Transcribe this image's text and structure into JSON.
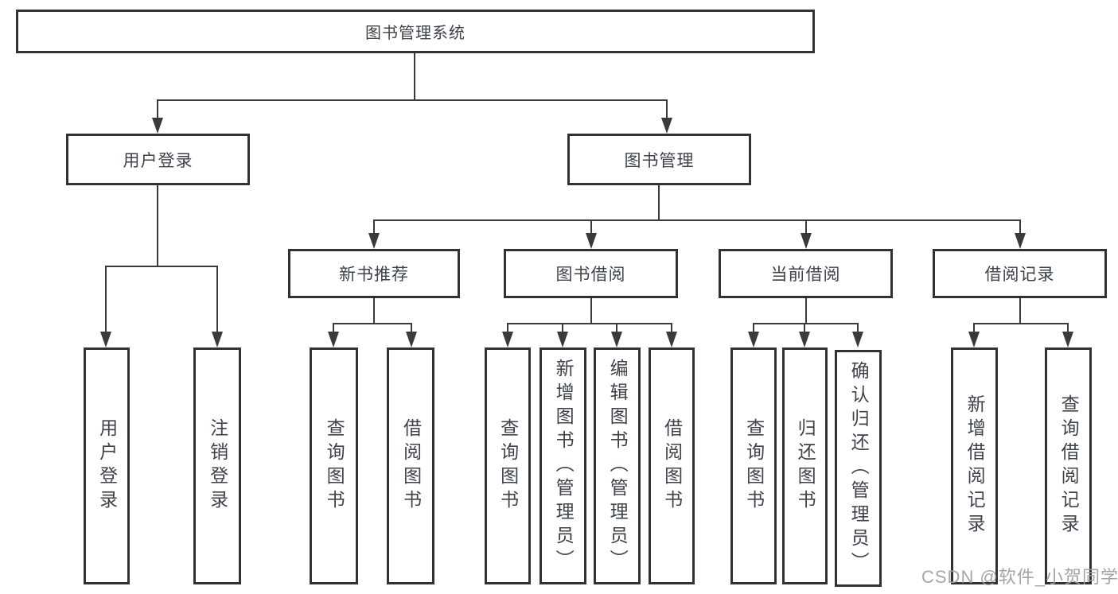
{
  "diagram": {
    "root": "图书管理系统",
    "level2": {
      "user_login": "用户登录",
      "book_management": "图书管理"
    },
    "level3": {
      "new_book_recommendation": "新书推荐",
      "book_borrowing": "图书借阅",
      "current_borrowing": "当前借阅",
      "borrowing_records": "借阅记录"
    },
    "leaves": {
      "user_login": [
        "用户登录",
        "注销登录"
      ],
      "new_book_recommendation": [
        "查询图书",
        "借阅图书"
      ],
      "book_borrowing": [
        "查询图书",
        "新增图书（管理员）",
        "编辑图书（管理员）",
        "借阅图书"
      ],
      "current_borrowing": [
        "查询图书",
        "归还图书",
        "确认归还（管理员）"
      ],
      "borrowing_records": [
        "新增借阅记录",
        "查询借阅记录"
      ]
    }
  },
  "watermark": "CSDN @软件_小贺同学",
  "colors": {
    "line": "#3a3a3a",
    "text": "#3d4349",
    "watermark": "#a0a0a0",
    "background": "#ffffff"
  }
}
